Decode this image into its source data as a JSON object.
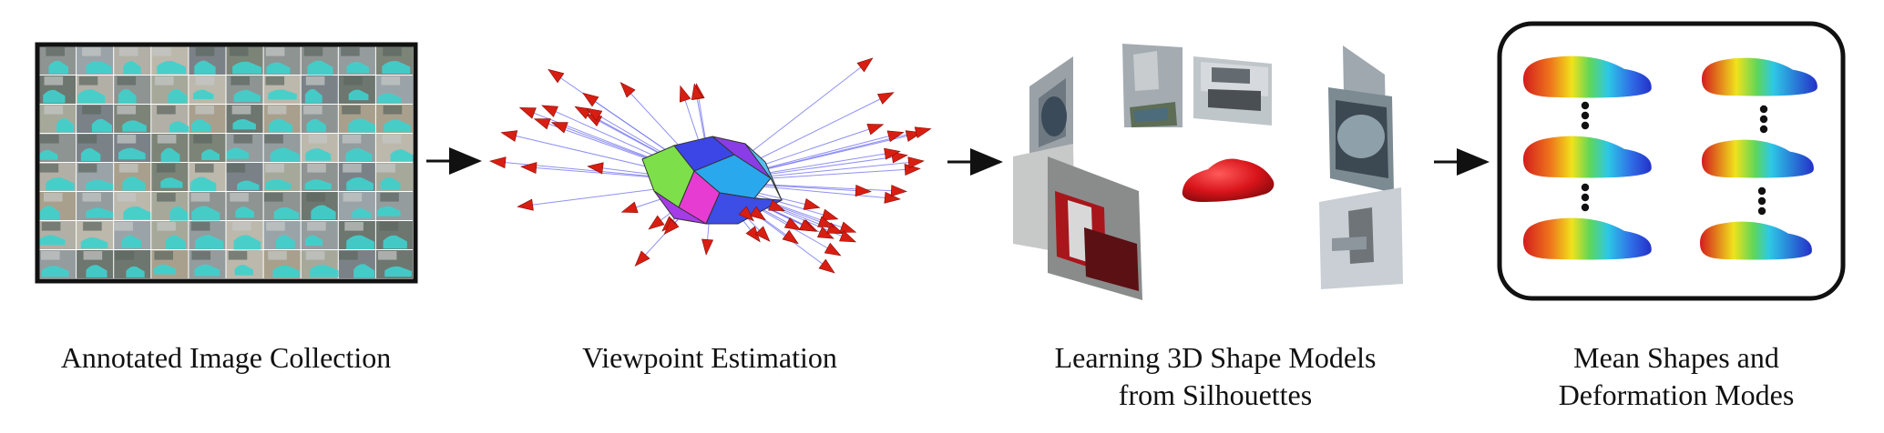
{
  "stages": [
    {
      "id": "collection",
      "caption_lines": [
        "Annotated Image Collection"
      ]
    },
    {
      "id": "viewpoint",
      "caption_lines": [
        "Viewpoint Estimation"
      ]
    },
    {
      "id": "learning",
      "caption_lines": [
        "Learning 3D Shape Models",
        "from Silhouettes"
      ]
    },
    {
      "id": "modes",
      "caption_lines": [
        "Mean Shapes and",
        "Deformation Modes"
      ]
    }
  ],
  "colors": {
    "silhouette": "#3fd0cc",
    "camera": "#d81e12",
    "ray": "#6b6cf0",
    "car_red": "#d8141a",
    "heat_red": "#d41c1c",
    "heat_yellow": "#f0e21c",
    "heat_green": "#5ed65a",
    "heat_cyan": "#2ec8e6",
    "heat_blue": "#2430c8"
  }
}
